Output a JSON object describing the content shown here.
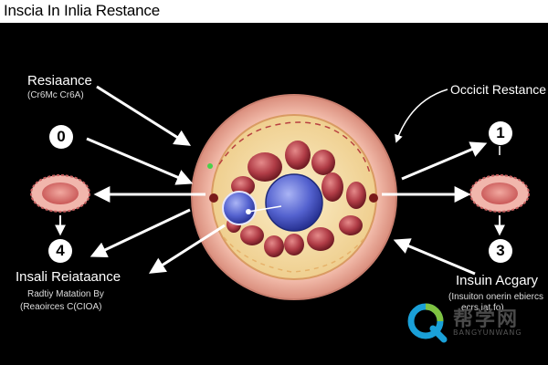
{
  "header": {
    "title": "Inscia In Inlia Restance"
  },
  "labels": {
    "top_left": {
      "title": "Resiaance",
      "subtitle": "(Cr6Mc Cr6A)"
    },
    "top_right": {
      "title": "Occicit Restance"
    },
    "bottom_left": {
      "title": "Insali Reiataance",
      "line1": "Radtiy Matation By",
      "line2": "(Reaoirces C(CIOA)"
    },
    "bottom_right": {
      "title": "Insuin Acgary",
      "line1": "(Insuiton onerin ebiercs",
      "line2": "ecrs iat.fo)"
    }
  },
  "badges": {
    "top_left": "0",
    "bottom_left": "4",
    "top_right": "1",
    "bottom_right": "3"
  },
  "watermark": {
    "cn": "帮学网",
    "en": "BANGYUNWANG"
  },
  "colors": {
    "outer_ring": "#f2b3a3",
    "inner_fill": "#f7e3b2",
    "organelle": "#a8343f",
    "nucleus": "#5566cc",
    "side_cell": "#e89090"
  }
}
